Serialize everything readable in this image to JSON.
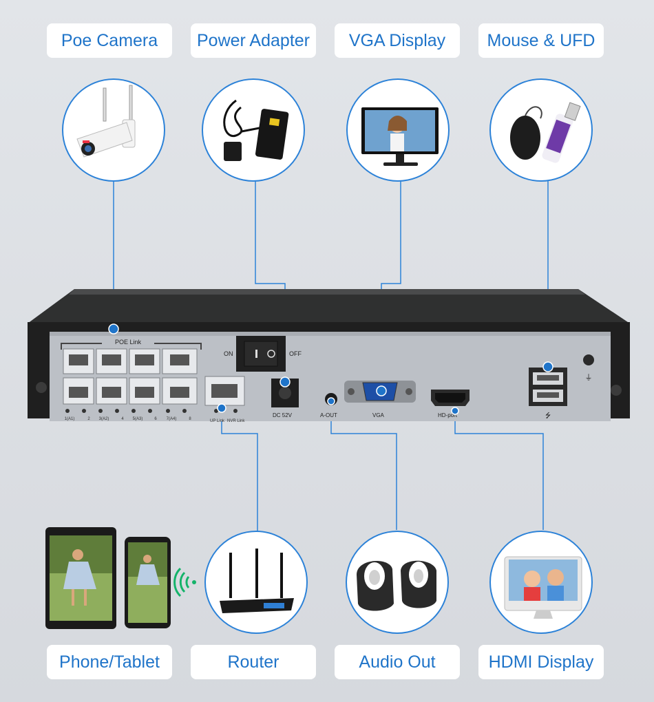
{
  "labels": {
    "poe_camera": "Poe Camera",
    "power_adapter": "Power Adapter",
    "vga_display": "VGA Display",
    "mouse_ufd": "Mouse & UFD",
    "phone_tablet": "Phone/Tablet",
    "router": "Router",
    "audio_out": "Audio Out",
    "hdmi_display": "HDMI Display"
  },
  "nvr_panel": {
    "poe_link": "POE Link",
    "on": "ON",
    "off": "OFF",
    "dc": "DC  52V",
    "aout": "A-OUT",
    "vga": "VGA",
    "hd_port": "HD-port",
    "up_link": "UP Link",
    "nvr_link": "NVR Link",
    "port_labels": [
      "1(A1)",
      "2",
      "3(A2)",
      "4",
      "5(A3)",
      "6",
      "7(A4)",
      "8"
    ]
  },
  "colors": {
    "accent": "#1f74c9",
    "line": "#2c82d8",
    "chassis": "#2b2b2b",
    "panel": "#b9bdc3"
  }
}
